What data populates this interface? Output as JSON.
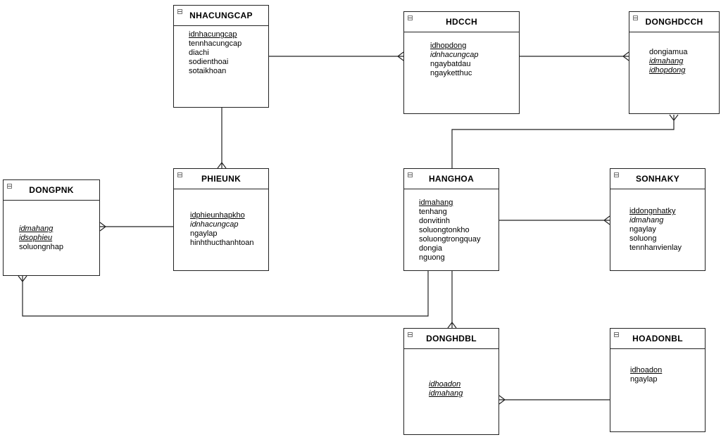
{
  "entities": {
    "nhacungcap": {
      "name": "NHACUNGCAP",
      "attrs": [
        {
          "text": "idnhacungcap",
          "kind": "pk"
        },
        {
          "text": "tennhacungcap",
          "kind": "plain"
        },
        {
          "text": "diachi",
          "kind": "plain"
        },
        {
          "text": "sodienthoai",
          "kind": "plain"
        },
        {
          "text": "sotaikhoan",
          "kind": "plain"
        }
      ]
    },
    "hdcch": {
      "name": "HDCCH",
      "attrs": [
        {
          "text": "idhopdong",
          "kind": "pk"
        },
        {
          "text": "idnhacungcap",
          "kind": "fk"
        },
        {
          "text": "ngaybatdau",
          "kind": "plain"
        },
        {
          "text": "ngayketthuc",
          "kind": "plain"
        }
      ]
    },
    "donghdcch": {
      "name": "DONGHDCCH",
      "attrs": [
        {
          "text": "dongiamua",
          "kind": "plain"
        },
        {
          "text": "idmahang",
          "kind": "pkfk"
        },
        {
          "text": "idhopdong",
          "kind": "pkfk"
        }
      ]
    },
    "phieunk": {
      "name": "PHIEUNK",
      "attrs": [
        {
          "text": "idphieunhapkho",
          "kind": "pk"
        },
        {
          "text": "idnhacungcap",
          "kind": "fk"
        },
        {
          "text": "ngaylap",
          "kind": "plain"
        },
        {
          "text": "hinhthucthanhtoan",
          "kind": "plain"
        }
      ]
    },
    "dongpnk": {
      "name": "DONGPNK",
      "attrs": [
        {
          "text": "idmahang",
          "kind": "pkfk"
        },
        {
          "text": "idsophieu",
          "kind": "pkfk"
        },
        {
          "text": "soluongnhap",
          "kind": "plain"
        }
      ]
    },
    "hanghoa": {
      "name": "HANGHOA",
      "attrs": [
        {
          "text": "idmahang",
          "kind": "pk"
        },
        {
          "text": "tenhang",
          "kind": "plain"
        },
        {
          "text": "donvitinh",
          "kind": "plain"
        },
        {
          "text": "soluongtonkho",
          "kind": "plain"
        },
        {
          "text": "soluongtrongquay",
          "kind": "plain"
        },
        {
          "text": "dongia",
          "kind": "plain"
        },
        {
          "text": "nguong",
          "kind": "plain"
        }
      ]
    },
    "sonhaky": {
      "name": "SONHAKY",
      "attrs": [
        {
          "text": "iddongnhatky",
          "kind": "pk"
        },
        {
          "text": "idmahang",
          "kind": "fk"
        },
        {
          "text": "ngaylay",
          "kind": "plain"
        },
        {
          "text": "soluong",
          "kind": "plain"
        },
        {
          "text": "tennhanvienlay",
          "kind": "plain"
        }
      ]
    },
    "donghdbl": {
      "name": "DONGHDBL",
      "attrs": [
        {
          "text": "idhoadon",
          "kind": "pkfk"
        },
        {
          "text": "idmahang",
          "kind": "pkfk"
        }
      ]
    },
    "hoadonbl": {
      "name": "HOADONBL",
      "attrs": [
        {
          "text": "idhoadon",
          "kind": "pk"
        },
        {
          "text": "ngaylap",
          "kind": "plain"
        }
      ]
    }
  },
  "colors": {
    "stroke": "#222222",
    "background": "#ffffff"
  }
}
